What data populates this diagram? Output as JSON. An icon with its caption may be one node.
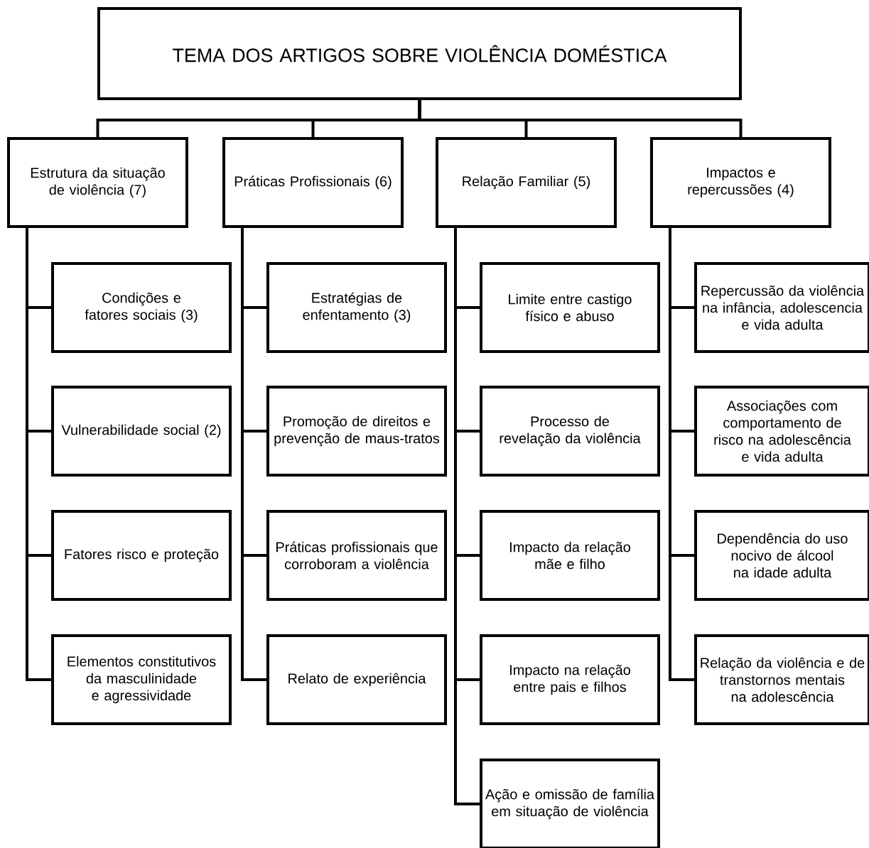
{
  "diagram": {
    "nodes": [
      {
        "text": [
          "TEMA DOS ARTIGOS SOBRE VIOLÊNCIA DOMÉSTICA"
        ]
      },
      {
        "text": [
          "Estrutura da situação de violência (7)"
        ]
      },
      {
        "text": [
          "Práticas Profissionais (6)"
        ]
      },
      {
        "text": [
          "Relação Familiar (5)"
        ]
      },
      {
        "text": [
          "Impactos e repercussões (4)"
        ]
      },
      {
        "text": [
          "Condições e fatores sociais (3)"
        ]
      },
      {
        "text": [
          "Vulnerabilidade social (2)"
        ]
      },
      {
        "text": [
          "Fatores risco e proteção"
        ]
      },
      {
        "text": [
          "Elementos constitutivos da masculinidade e agressividade"
        ]
      },
      {
        "text": [
          "Estratégias de enfentamento (3)"
        ]
      },
      {
        "text": [
          "Promoção de direitos e prevenção de maus-tratos"
        ]
      },
      {
        "text": [
          "Práticas profissionais que corroboram a violência"
        ]
      },
      {
        "text": [
          "Relato de experiência"
        ]
      },
      {
        "text": [
          "Limite entre castigo físico e abuso"
        ]
      },
      {
        "text": [
          "Processo de revelação da violência"
        ]
      },
      {
        "text": [
          "Impacto da relação mãe e filho"
        ]
      },
      {
        "text": [
          "Impacto na relação entre pais e filhos"
        ]
      },
      {
        "text": [
          "Ação e omissão de família em situação de violência"
        ]
      },
      {
        "text": [
          "Repercussão da violência na infância, adolescencia e vida adulta"
        ]
      },
      {
        "text": [
          "Associações com comportamento de risco na adolescência e vida adulta"
        ]
      },
      {
        "text": [
          "Dependência do uso nocivo de álcool na idade adulta"
        ]
      },
      {
        "text": [
          "Relação da violência e de transtornos mentais na adolescência"
        ]
      }
    ],
    "edges": [
      {
        "from": 0,
        "to": 1,
        "arrow": "none"
      },
      {
        "from": 0,
        "to": 2,
        "arrow": "none"
      },
      {
        "from": 0,
        "to": 3,
        "arrow": "none"
      },
      {
        "from": 0,
        "to": 4,
        "arrow": "none"
      },
      {
        "from": 1,
        "to": 5,
        "arrow": "none"
      },
      {
        "from": 1,
        "to": 6,
        "arrow": "none"
      },
      {
        "from": 1,
        "to": 7,
        "arrow": "none"
      },
      {
        "from": 1,
        "to": 8,
        "arrow": "none"
      },
      {
        "from": 2,
        "to": 9,
        "arrow": "none"
      },
      {
        "from": 2,
        "to": 10,
        "arrow": "none"
      },
      {
        "from": 2,
        "to": 11,
        "arrow": "none"
      },
      {
        "from": 2,
        "to": 12,
        "arrow": "none"
      },
      {
        "from": 3,
        "to": 13,
        "arrow": "none"
      },
      {
        "from": 3,
        "to": 14,
        "arrow": "none"
      },
      {
        "from": 3,
        "to": 15,
        "arrow": "none"
      },
      {
        "from": 3,
        "to": 16,
        "arrow": "none"
      },
      {
        "from": 3,
        "to": 17,
        "arrow": "none"
      },
      {
        "from": 4,
        "to": 18,
        "arrow": "none"
      },
      {
        "from": 4,
        "to": 19,
        "arrow": "none"
      },
      {
        "from": 4,
        "to": 20,
        "arrow": "none"
      },
      {
        "from": 4,
        "to": 21,
        "arrow": "none"
      }
    ]
  }
}
